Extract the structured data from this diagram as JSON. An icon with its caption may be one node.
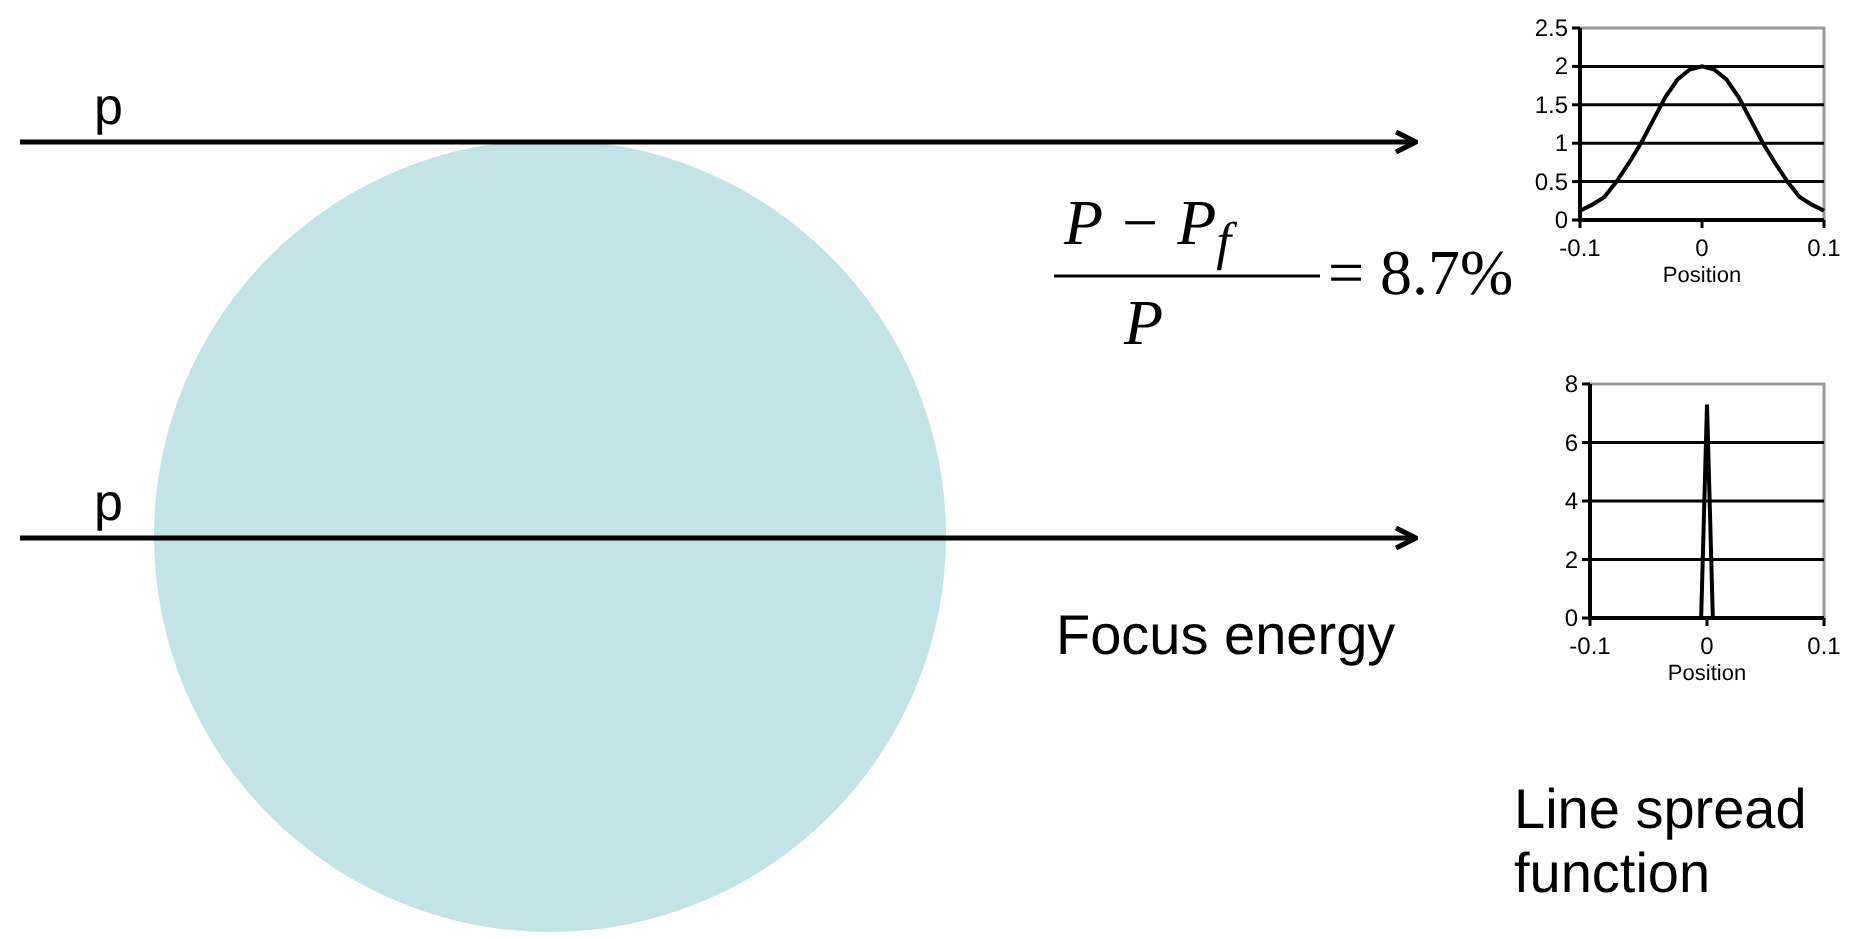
{
  "diagram": {
    "nodes": [
      {
        "text": [],
        "shape": "circle"
      }
    ],
    "labels": [
      "p",
      "p",
      "P − P$_{f}$",
      "P",
      "= 8.7%",
      "Focus energy",
      "Line spread function"
    ],
    "chart_data": [
      {
        "type": "line",
        "grid": true,
        "xlabel": "Position",
        "xlim": [
          -0.1,
          0.1
        ],
        "ylim": [
          0,
          2.5
        ],
        "xticks": [
          -0.1,
          0,
          0.1
        ],
        "yticks": [
          0,
          0.5,
          1,
          1.5,
          2,
          2.5
        ],
        "x": [
          -0.1,
          -0.09,
          -0.08,
          -0.07,
          -0.06,
          -0.05,
          -0.04,
          -0.03,
          -0.02,
          -0.01,
          0,
          0.01,
          0.02,
          0.03,
          0.04,
          0.05,
          0.06,
          0.07,
          0.08,
          0.09,
          0.1
        ],
        "series": [
          {
            "color": "#000000",
            "values": [
              0.12,
              0.2,
              0.3,
              0.5,
              0.74,
              1.0,
              1.3,
              1.6,
              1.83,
              1.96,
              2.0,
              1.96,
              1.83,
              1.6,
              1.3,
              1.0,
              0.74,
              0.5,
              0.3,
              0.2,
              0.12
            ]
          }
        ]
      },
      {
        "type": "line",
        "grid": true,
        "xlabel": "Position",
        "xlim": [
          -0.1,
          0.1
        ],
        "ylim": [
          0,
          8
        ],
        "xticks": [
          -0.1,
          0,
          0.1
        ],
        "yticks": [
          0,
          2,
          4,
          6,
          8
        ],
        "x": [
          -0.005,
          0,
          0.005
        ],
        "series": [
          {
            "color": "#000000",
            "values": [
              0,
              7.3,
              0
            ]
          }
        ]
      }
    ]
  }
}
